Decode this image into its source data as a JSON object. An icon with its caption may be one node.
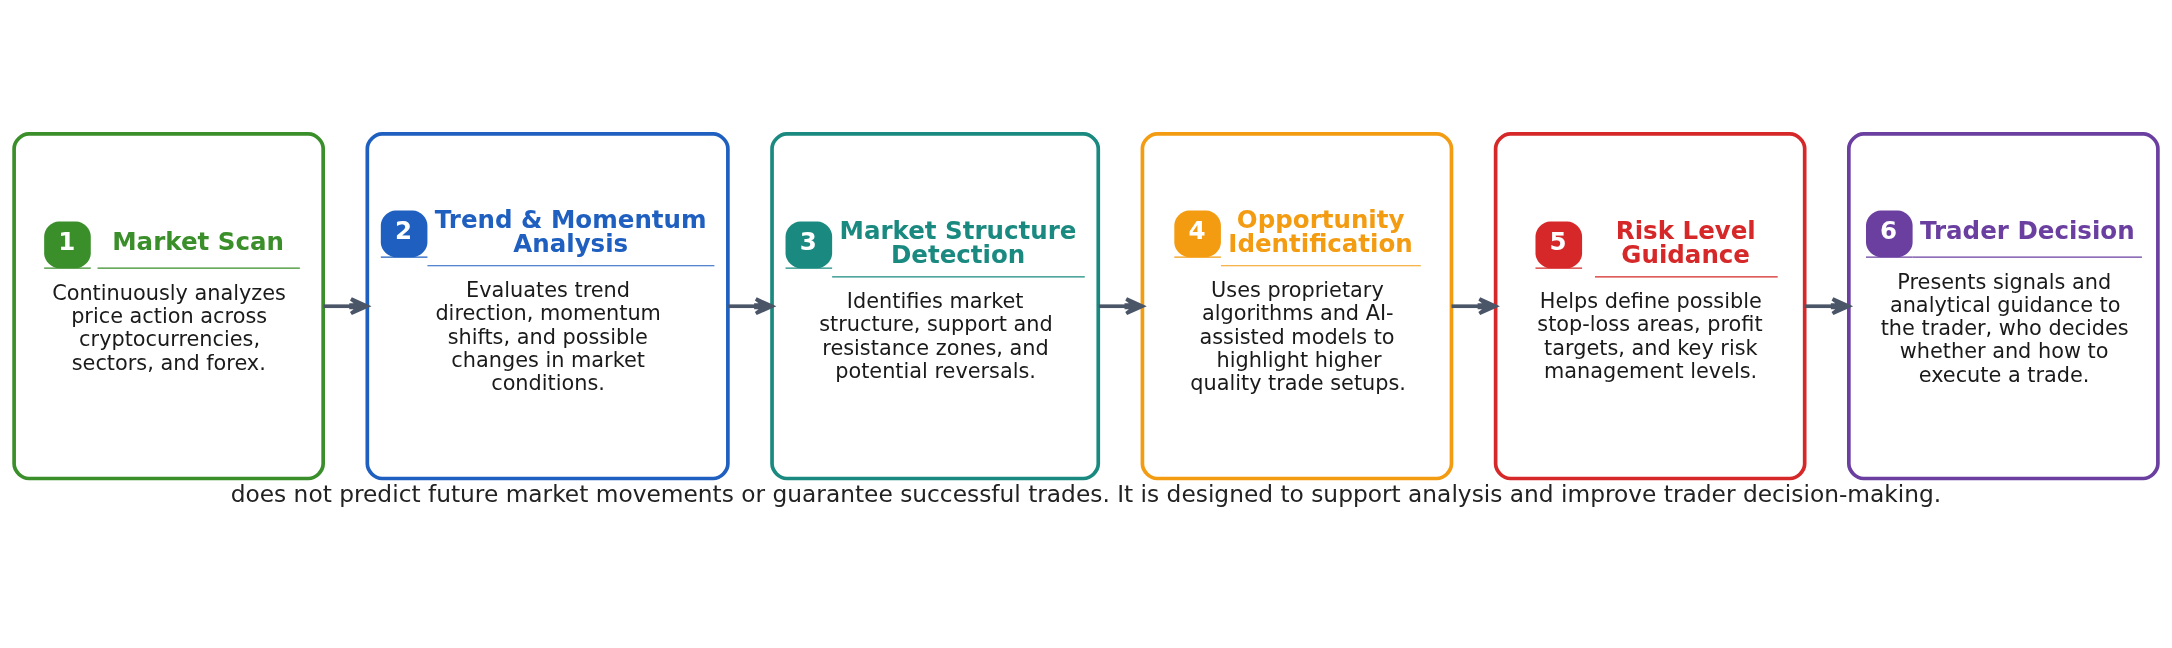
{
  "diagram": {
    "caption": "does not predict future market movements or guarantee successful trades. It is designed to support analysis and improve trader decision-making.",
    "nodes": [
      {
        "text": [
          "1",
          "Market Scan",
          "Continuously analyzes price action across cryptocurrencies, sectors, and forex."
        ]
      },
      {
        "text": [
          "2",
          "Trend & Momentum Analysis",
          "Evaluates trend direction, momentum shifts, and possible changes in market conditions."
        ]
      },
      {
        "text": [
          "3",
          "Market Structure Detection",
          "Identifies market structure, support and resistance zones, and potential reversals."
        ]
      },
      {
        "text": [
          "4",
          "Opportunity Identification",
          "Uses proprietary algorithms and AI-assisted models to highlight higher quality trade setups."
        ]
      },
      {
        "text": [
          "5",
          "Risk Level Guidance",
          "Helps define possible stop-loss areas, profit targets, and key risk management levels."
        ]
      },
      {
        "text": [
          "6",
          "Trader Decision",
          "Presents signals and analytical guidance to the trader, who decides whether and how to execute a trade."
        ]
      }
    ],
    "edges": [
      {
        "from": 0,
        "to": 1,
        "arrow": "to"
      },
      {
        "from": 1,
        "to": 2,
        "arrow": "to"
      },
      {
        "from": 2,
        "to": 3,
        "arrow": "to"
      },
      {
        "from": 3,
        "to": 4,
        "arrow": "to"
      },
      {
        "from": 4,
        "to": 5,
        "arrow": "to"
      }
    ]
  }
}
